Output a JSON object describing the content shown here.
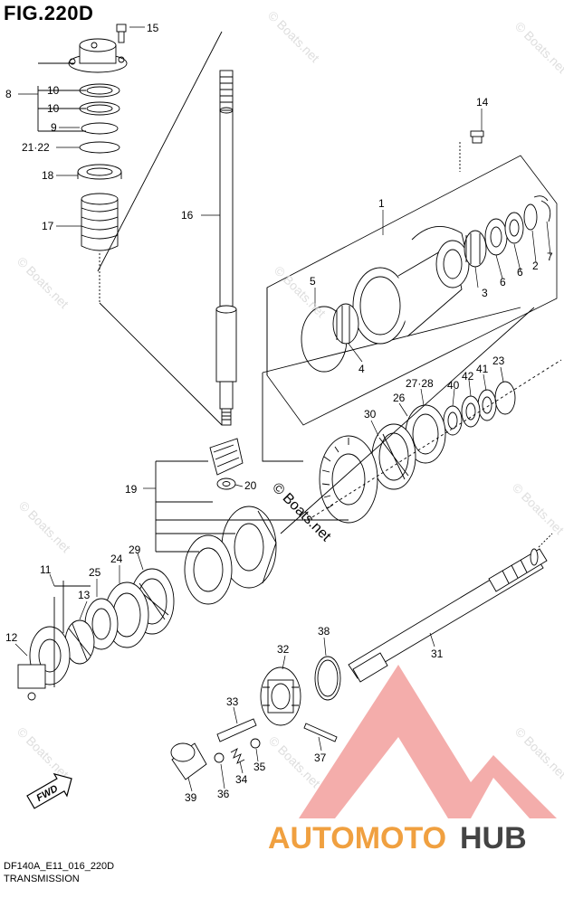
{
  "header": {
    "figure_title": "FIG.220D"
  },
  "footer": {
    "model_code": "DF140A_E11_016_220D",
    "section_title": "TRANSMISSION"
  },
  "fwd_label": "FWD",
  "watermark": {
    "text": "© Boats.net"
  },
  "brand": {
    "name_left": "AUTOMOTO",
    "name_right": "HUB",
    "accent_color": "#e8504a",
    "dark_color": "#444444",
    "orange_color": "#f0a040"
  },
  "part_numbers": [
    "15",
    "8",
    "10",
    "10",
    "9",
    "21·22",
    "18",
    "17",
    "16",
    "14",
    "1",
    "2",
    "7",
    "6",
    "6",
    "3",
    "5",
    "4",
    "23",
    "41",
    "42",
    "40",
    "27·28",
    "26",
    "30",
    "19",
    "20",
    "11",
    "25",
    "24",
    "29",
    "13",
    "12",
    "31",
    "32",
    "38",
    "33",
    "37",
    "34",
    "35",
    "36",
    "39"
  ]
}
